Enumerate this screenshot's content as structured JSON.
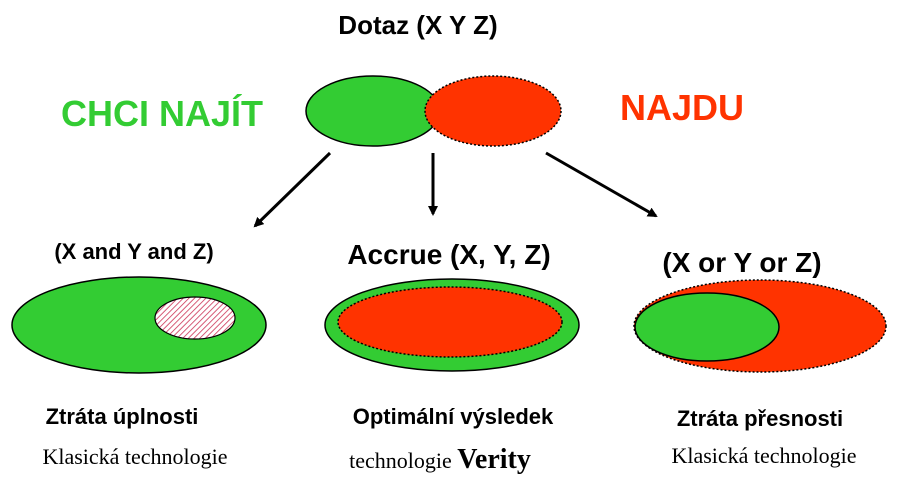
{
  "title": "Dotaz  (X  Y  Z)",
  "left_label": "CHCI NAJÍT",
  "right_label": "NAJDU",
  "columns": [
    {
      "query": "(X and Y and Z)",
      "caption": "Ztráta úplnosti",
      "sub_prefix": "Klasická technologie",
      "sub_emph": ""
    },
    {
      "query": "Accrue (X, Y, Z)",
      "caption": "Optimální výsledek",
      "sub_prefix": "technologie ",
      "sub_emph": "Verity"
    },
    {
      "query": "(X or Y or Z)",
      "caption": "Ztráta přesnosti",
      "sub_prefix": "Klasická  technologie",
      "sub_emph": ""
    }
  ],
  "colors": {
    "green": "#33cc33",
    "red": "#ff3300",
    "left_label": "#33cc33",
    "right_label": "#ff3300",
    "text": "#000000"
  }
}
